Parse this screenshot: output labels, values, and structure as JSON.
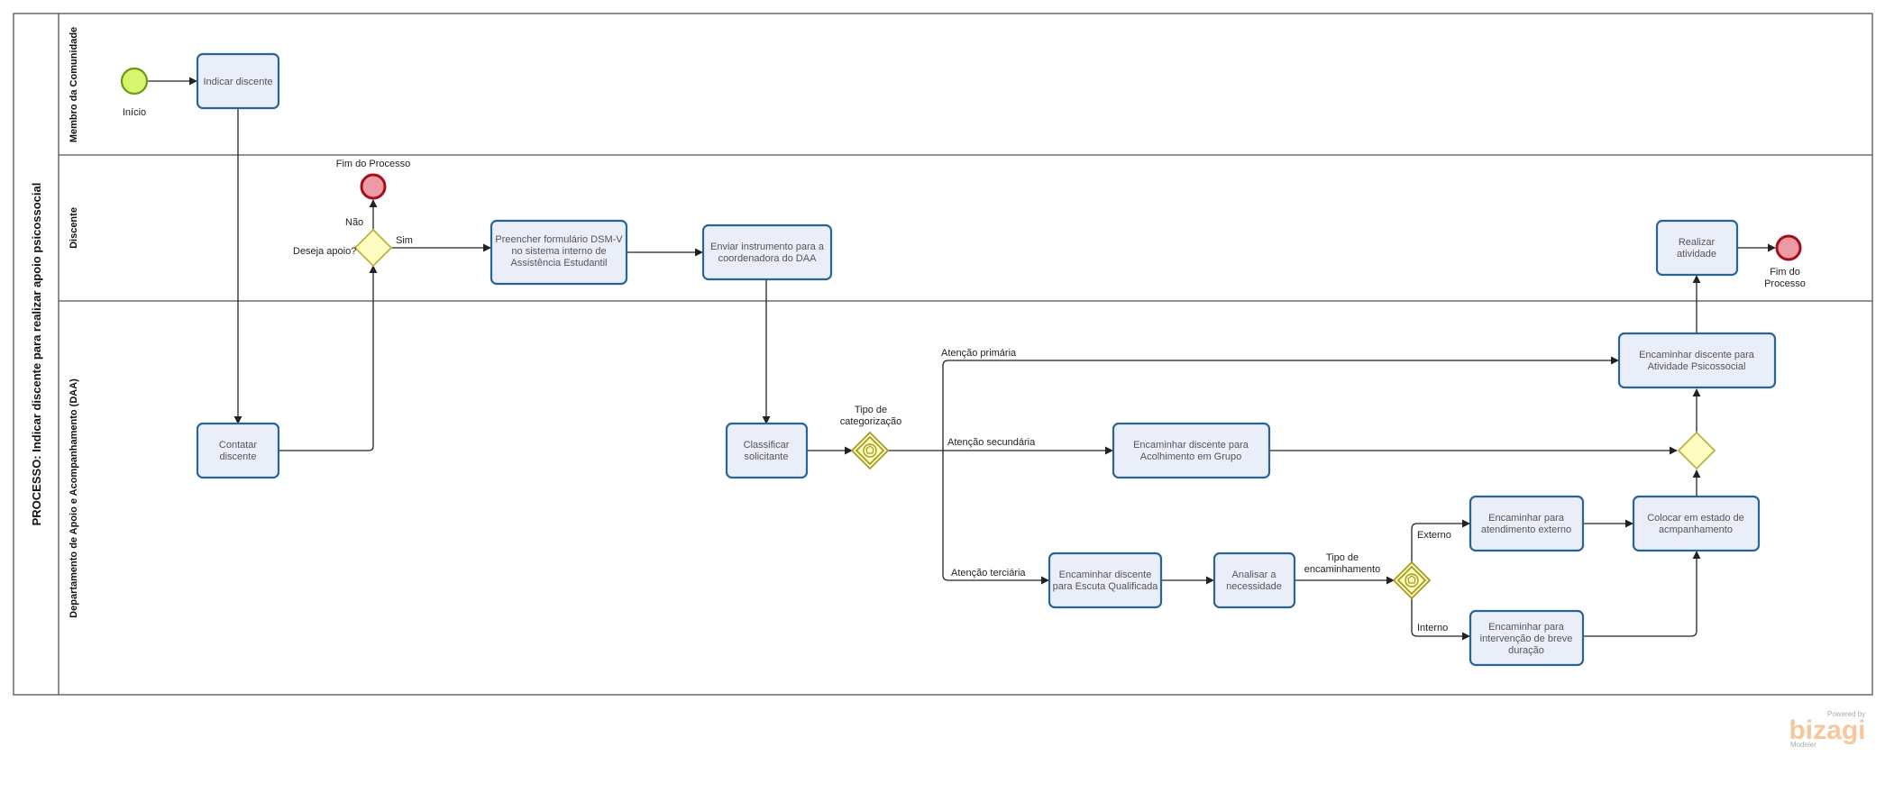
{
  "pool": {
    "title": "PROCESSO: Indicar discente para realizar apoio psicossocial",
    "lanes": [
      "Membro da Comunidade",
      "Discente",
      "Departamento de Apoio e Acompanhamento (DAA)"
    ]
  },
  "events": {
    "start": "Início",
    "end_1": "Fim do Processo",
    "end_2": [
      "Fim do",
      "Processo"
    ]
  },
  "tasks": {
    "indicar": [
      "Indicar discente"
    ],
    "contatar": [
      "Contatar",
      "discente"
    ],
    "preencher": [
      "Preencher formulário DSM-V",
      "no sistema interno de",
      "Assistência Estudantil"
    ],
    "enviar": [
      "Enviar instrumento para a",
      "coordenadora do DAA"
    ],
    "classificar": [
      "Classificar",
      "solicitante"
    ],
    "realizar": [
      "Realizar",
      "atividade"
    ],
    "encaminhar_ativ": [
      "Encaminhar discente para",
      "Atividade Psicossocial"
    ],
    "encaminhar_acolh": [
      "Encaminhar discente para",
      "Acolhimento em Grupo"
    ],
    "encaminhar_escuta": [
      "Encaminhar discente",
      "para Escuta Qualificada"
    ],
    "analisar": [
      "Analisar a",
      "necessidade"
    ],
    "encaminhar_externo": [
      "Encaminhar para",
      "atendimento externo"
    ],
    "encaminhar_interv": [
      "Encaminhar para",
      "intervenção de breve",
      "duração"
    ],
    "colocar": [
      "Colocar em estado de",
      "acmpanhamento"
    ]
  },
  "gateways": {
    "deseja": "Deseja apoio?",
    "tipo_cat": [
      "Tipo de",
      "categorização"
    ],
    "tipo_enc": [
      "Tipo de",
      "encaminhamento"
    ]
  },
  "flow_labels": {
    "nao": "Não",
    "sim": "Sim",
    "primaria": "Atenção primária",
    "secundaria": "Atenção secundária",
    "terciaria": "Atenção terciária",
    "externo": "Externo",
    "interno": "Interno"
  },
  "branding": {
    "powered": "Powered by",
    "logo": "bizagi",
    "product": "Modeler"
  },
  "colors": {
    "task_fill": "#e9eef9",
    "task_stroke": "#2a6496",
    "gateway_fill": "#fffcc1",
    "start_fill": "#d8f56f",
    "end_fill": "#ee9aa4",
    "end_stroke": "#a30f1d"
  }
}
